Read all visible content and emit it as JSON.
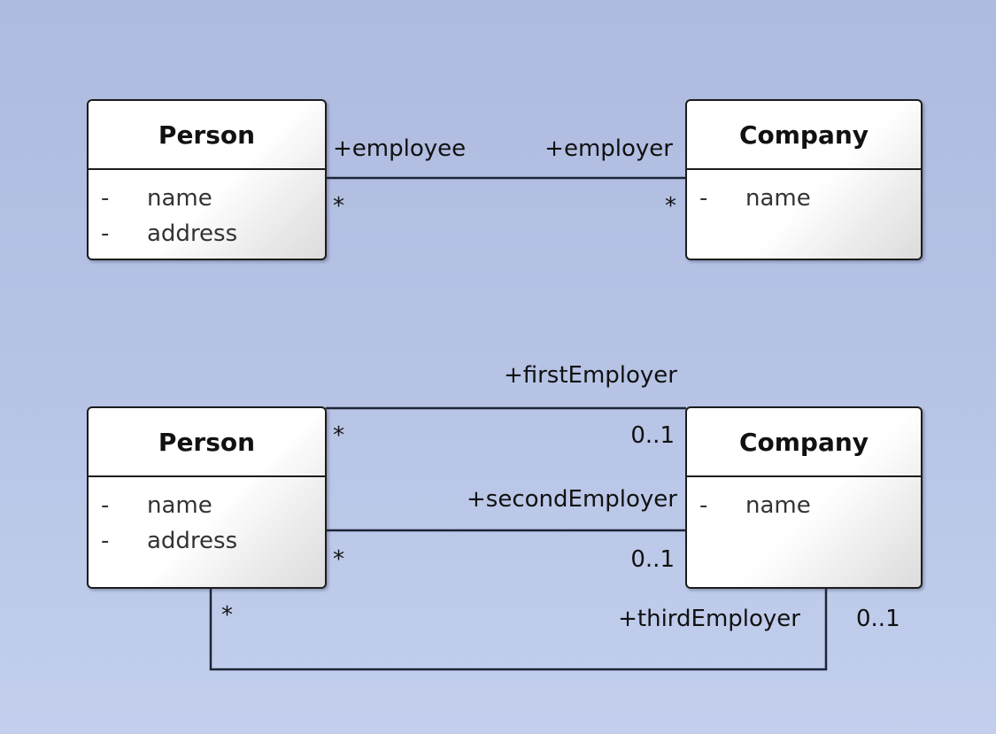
{
  "diagram1": {
    "person": {
      "name": "Person",
      "attributes": [
        {
          "visibility": "-",
          "name": "name"
        },
        {
          "visibility": "-",
          "name": "address"
        }
      ]
    },
    "company": {
      "name": "Company",
      "attributes": [
        {
          "visibility": "-",
          "name": "name"
        }
      ]
    },
    "association": {
      "person_role": "+employee",
      "company_role": "+employer",
      "person_multiplicity": "*",
      "company_multiplicity": "*"
    }
  },
  "diagram2": {
    "person": {
      "name": "Person",
      "attributes": [
        {
          "visibility": "-",
          "name": "name"
        },
        {
          "visibility": "-",
          "name": "address"
        }
      ]
    },
    "company": {
      "name": "Company",
      "attributes": [
        {
          "visibility": "-",
          "name": "name"
        }
      ]
    },
    "associations": [
      {
        "role": "+firstEmployer",
        "person_multiplicity": "*",
        "company_multiplicity": "0..1"
      },
      {
        "role": "+secondEmployer",
        "person_multiplicity": "*",
        "company_multiplicity": "0..1"
      },
      {
        "role": "+thirdEmployer",
        "person_multiplicity": "*",
        "company_multiplicity": "0..1"
      }
    ]
  }
}
